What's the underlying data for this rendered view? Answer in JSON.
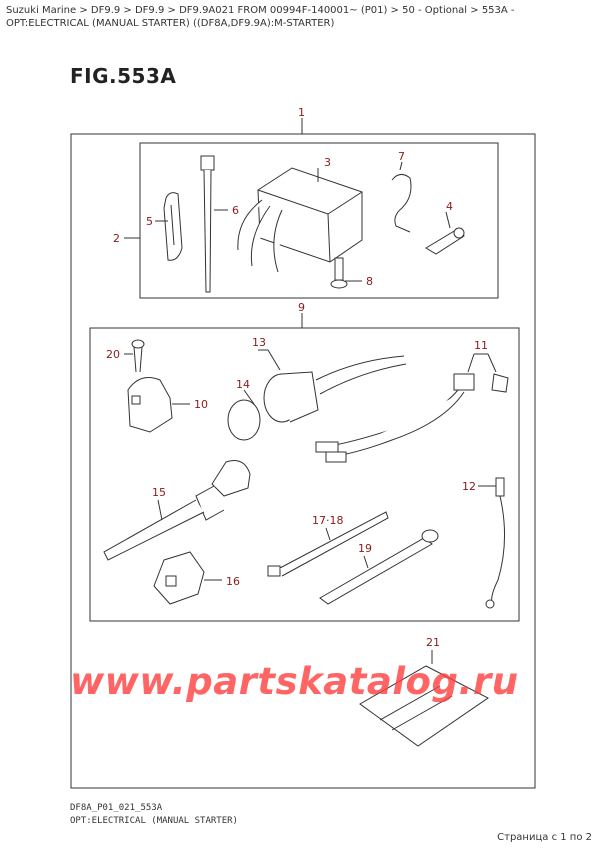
{
  "breadcrumb": "Suzuki Marine > DF9.9 > DF9.9 > DF9.9A021 FROM 00994F-140001~ (P01) > 50 - Optional > 553A - OPT:ELECTRICAL (MANUAL STARTER) ((DF8A,DF9.9A):M-STARTER)",
  "figure_title": "FIG.553A",
  "callouts": {
    "c1": "1",
    "c2": "2",
    "c3": "3",
    "c4": "4",
    "c5": "5",
    "c6": "6",
    "c7": "7",
    "c8": "8",
    "c9": "9",
    "c10": "10",
    "c11": "11",
    "c12": "12",
    "c13": "13",
    "c14": "14",
    "c15": "15",
    "c16": "16",
    "c17": "17·18",
    "c19": "19",
    "c20": "20",
    "c21": "21"
  },
  "watermark": "www.partskatalog.ru",
  "footer": {
    "code": "DF8A_P01_021_553A",
    "title": "OPT:ELECTRICAL (MANUAL STARTER)",
    "pager": "Страница с 1 по 2"
  },
  "colors": {
    "callout": "#8b1a1a",
    "line": "#333333",
    "watermark": "#ff3b3b"
  }
}
